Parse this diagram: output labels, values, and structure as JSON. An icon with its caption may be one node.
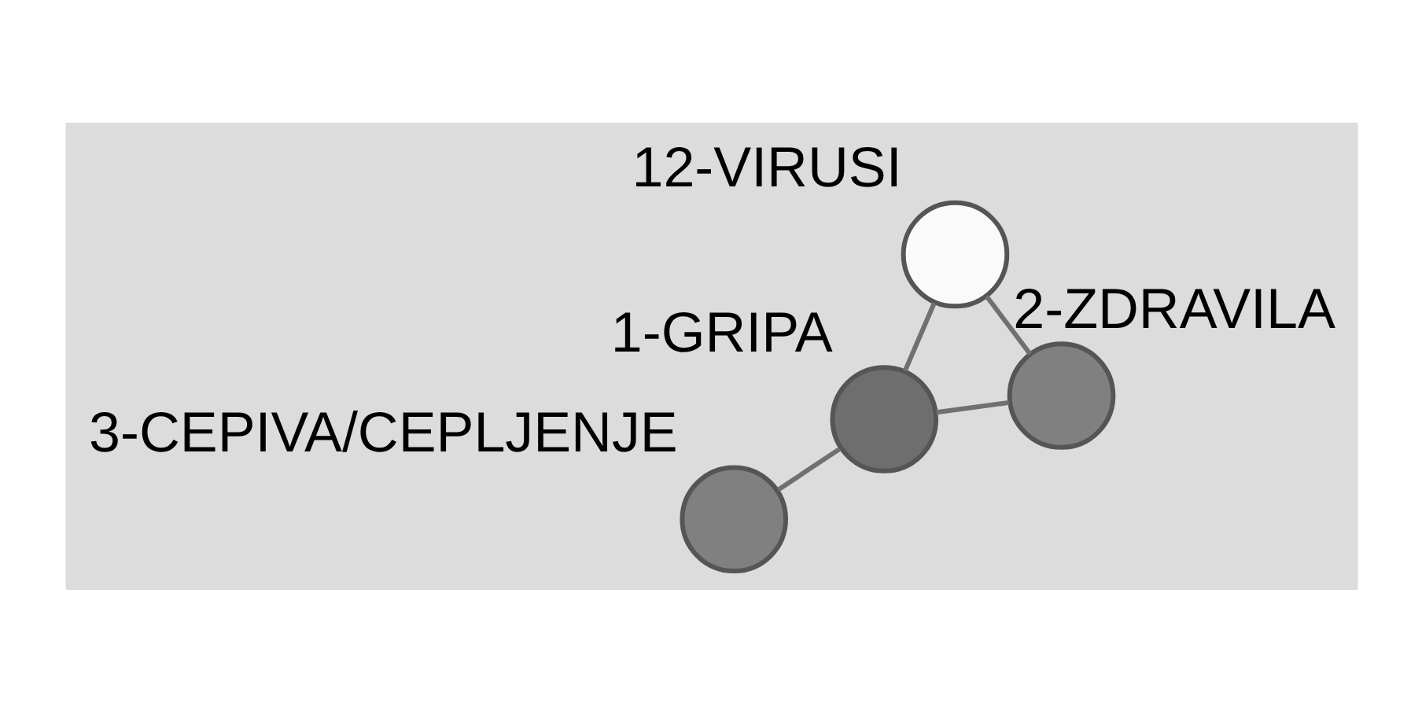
{
  "diagram": {
    "nodes": [
      {
        "text": [],
        "shape": "circle",
        "beside": [
          "3-CEPIVA/CEPLJENJE"
        ]
      },
      {
        "text": [],
        "shape": "circle",
        "beside": [
          "2-ZDRAVILA"
        ]
      },
      {
        "text": [],
        "shape": "circle",
        "beside": [
          "1-GRIPA"
        ]
      },
      {
        "text": [],
        "shape": "circle",
        "beside": [
          "12-VIRUSI"
        ]
      }
    ],
    "edges": [
      {
        "from": 0,
        "to": 2,
        "arrow": "none"
      },
      {
        "from": 2,
        "to": 1,
        "arrow": "none"
      },
      {
        "from": 2,
        "to": 3,
        "arrow": "none"
      },
      {
        "from": 1,
        "to": 3,
        "arrow": "none"
      }
    ]
  }
}
